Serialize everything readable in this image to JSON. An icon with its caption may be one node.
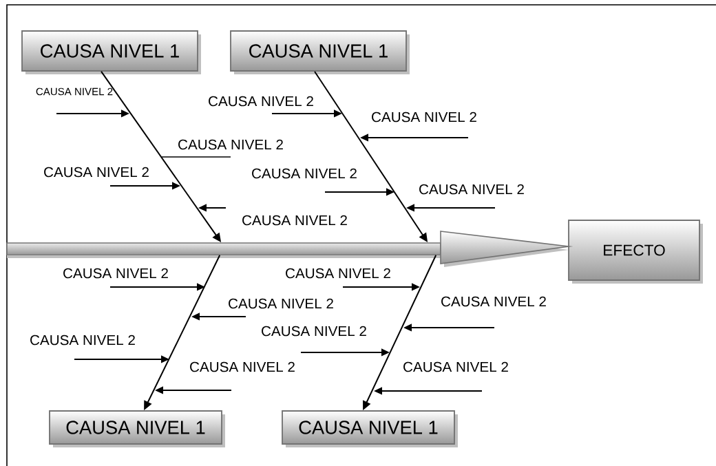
{
  "diagram": {
    "nodes": [
      {
        "text": [
          "CAUSA NIVEL 1"
        ]
      },
      {
        "text": [
          "CAUSA NIVEL 1"
        ]
      },
      {
        "text": [
          "EFECTO"
        ]
      },
      {
        "text": [],
        "shape": "arrow"
      },
      {
        "text": [
          "CAUSA NIVEL 1"
        ]
      },
      {
        "text": [
          "CAUSA NIVEL 1"
        ]
      }
    ],
    "edges": [
      {
        "from": 0,
        "to": 3,
        "arrow": "to"
      },
      {
        "from": 1,
        "to": 3,
        "arrow": "to"
      },
      {
        "from": 3,
        "to": 4,
        "arrow": "to"
      },
      {
        "from": 3,
        "to": 5,
        "arrow": "to"
      }
    ],
    "labels": [
      "CAUSA NIVEL 2",
      "CAUSA NIVEL 2",
      "CAUSA NIVEL 2",
      "CAUSA NIVEL 2",
      "CAUSA NIVEL 2",
      "CAUSA NIVEL 2",
      "CAUSA NIVEL 2",
      "CAUSA NIVEL 2",
      "CAUSA NIVEL 2",
      "CAUSA NIVEL 2",
      "CAUSA NIVEL 2",
      "CAUSA NIVEL 2",
      "CAUSA NIVEL 2",
      "CAUSA NIVEL 2",
      "CAUSA NIVEL 2",
      "CAUSA NIVEL 2"
    ]
  }
}
